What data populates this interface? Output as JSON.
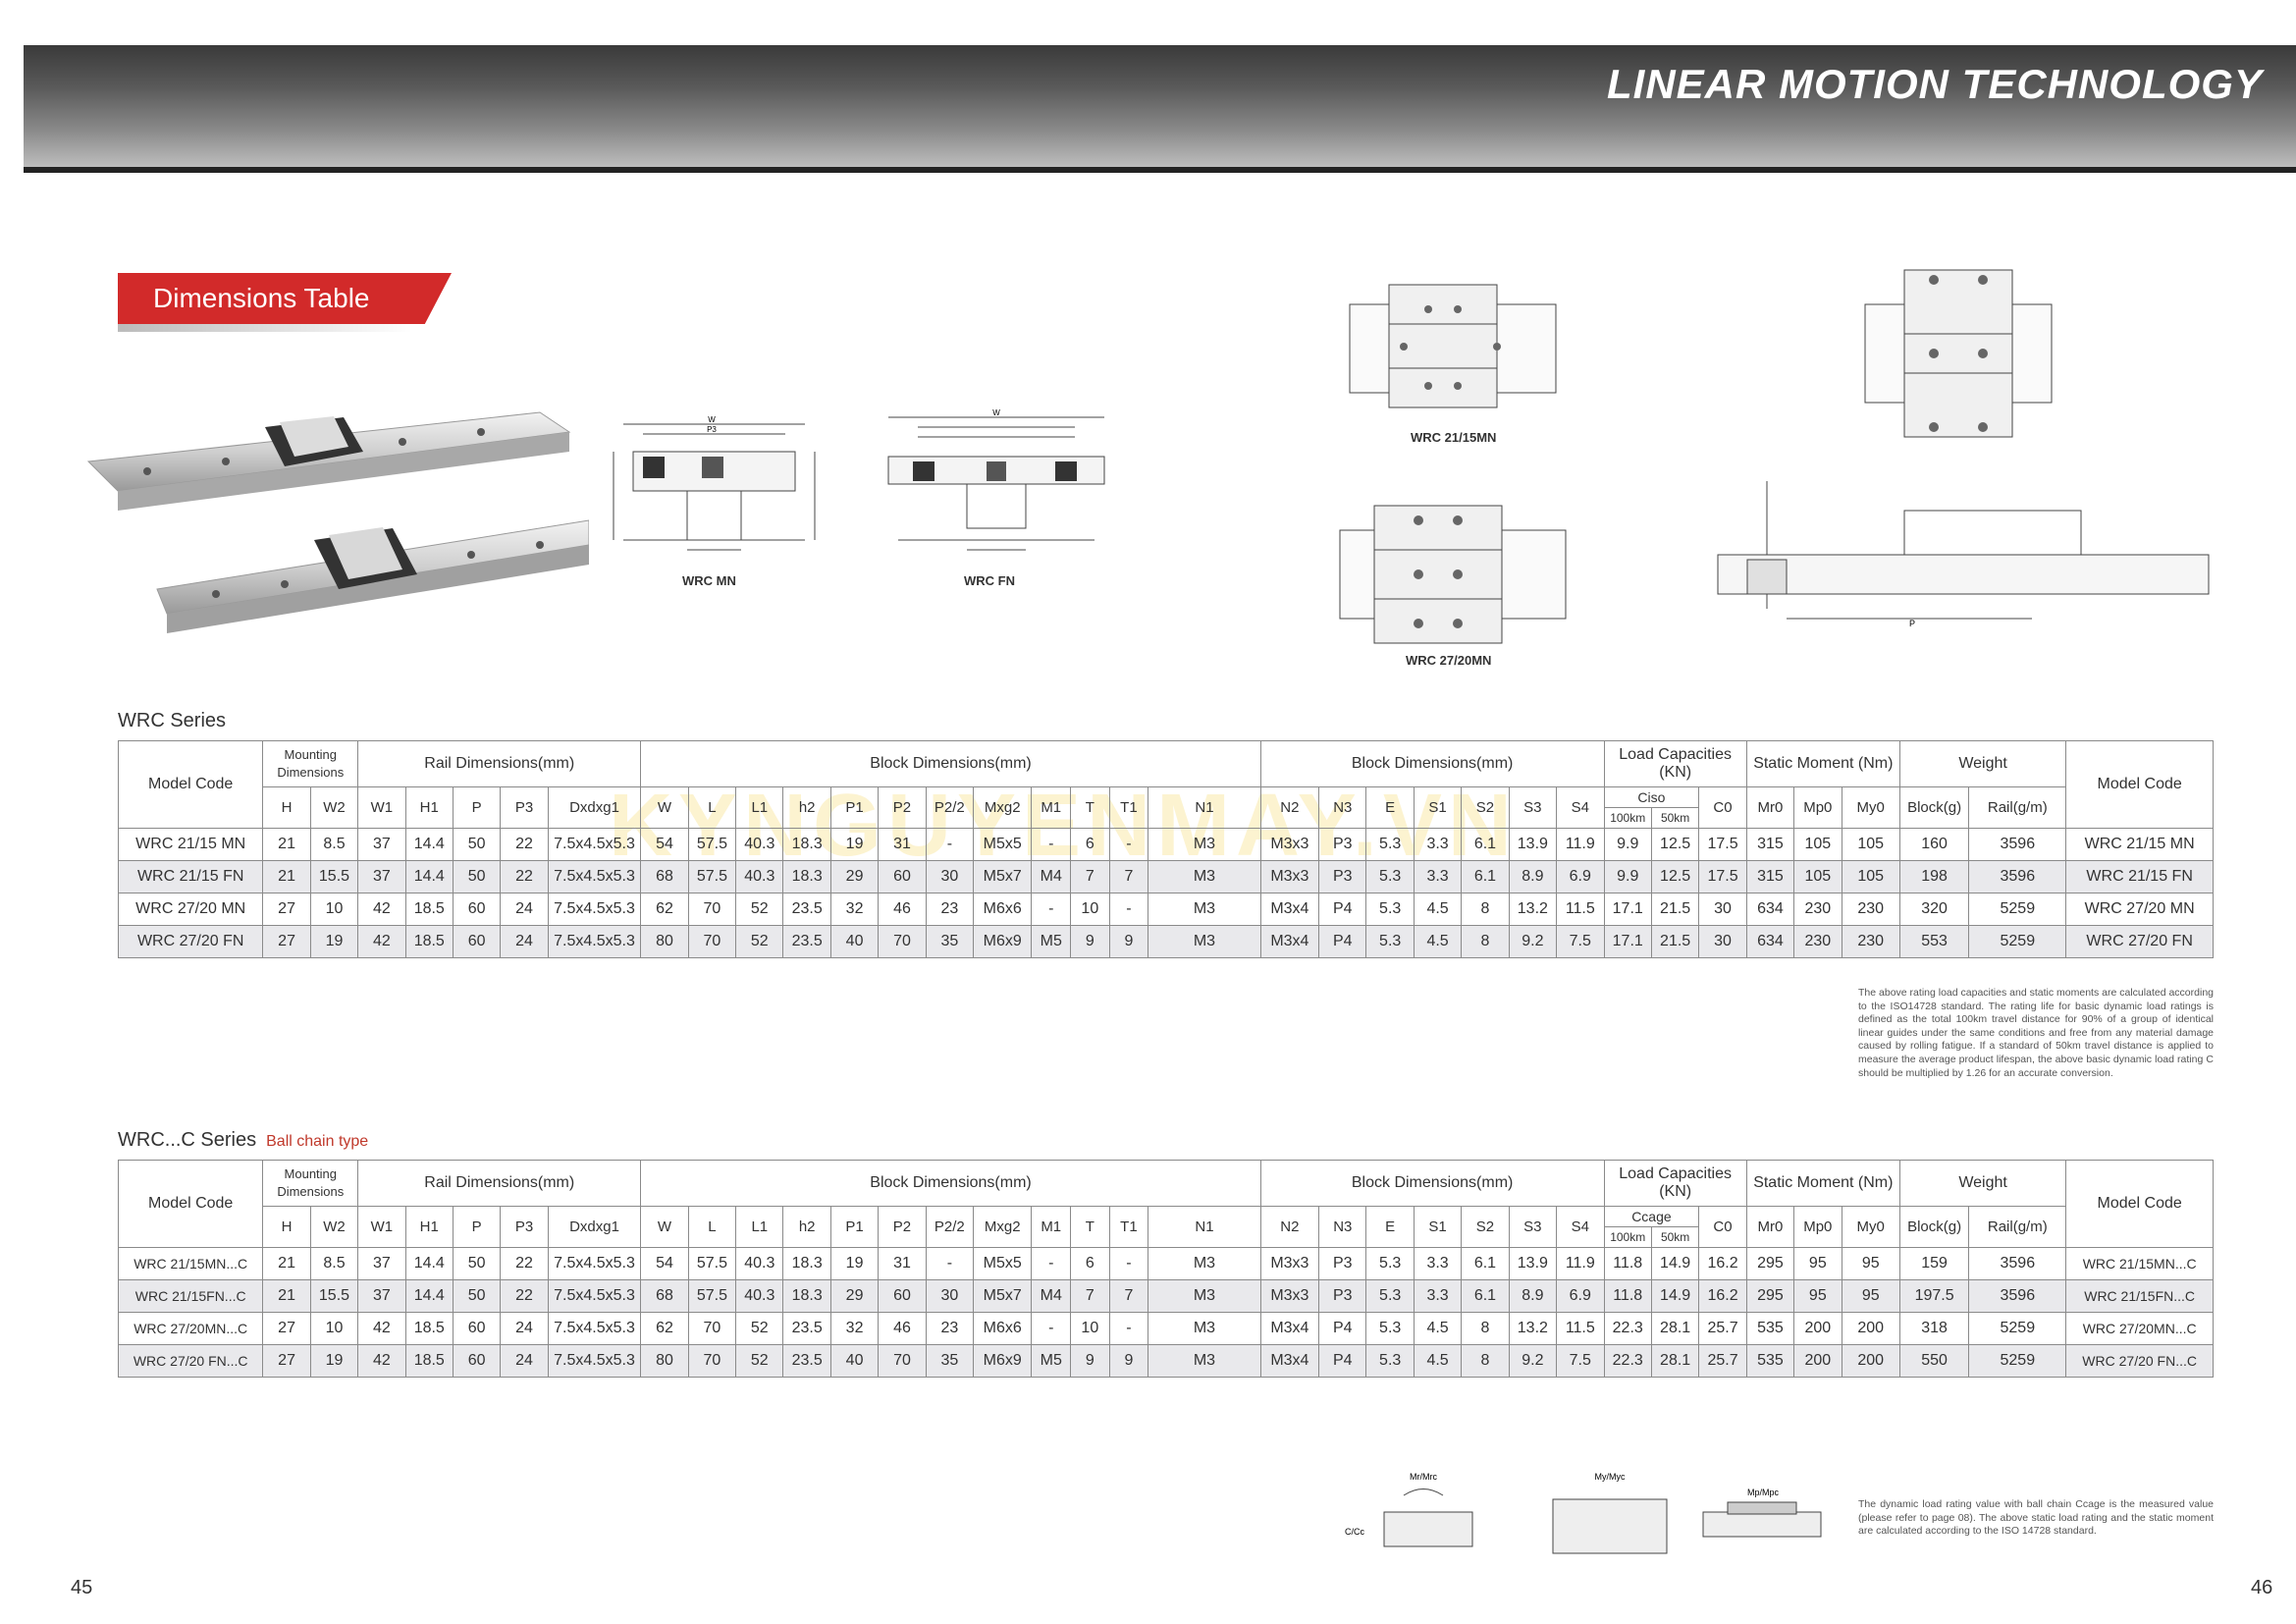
{
  "header": {
    "title": "LINEAR MOTION TECHNOLOGY"
  },
  "section_tag": "Dimensions Table",
  "figures": {
    "wrc_mn": "WRC MN",
    "wrc_fn": "WRC FN",
    "wrc_2115mn": "WRC 21/15MN",
    "wrc_2720mn": "WRC 27/20MN"
  },
  "watermark": "KYNGUYENMAY.VN",
  "wrc_series": {
    "title": "WRC Series",
    "groups": {
      "model_code": "Model Code",
      "mounting": "Mounting Dimensions",
      "rail": "Rail Dimensions(mm)",
      "block1": "Block Dimensions(mm)",
      "block2": "Block Dimensions(mm)",
      "load": "Load Capacities (KN)",
      "static": "Static Moment (Nm)",
      "weight": "Weight",
      "ciso": "Ciso",
      "c100": "100km",
      "c50": "50km",
      "c0": "C0"
    },
    "cols": [
      "H",
      "W2",
      "W1",
      "H1",
      "P",
      "P3",
      "Dxdxg1",
      "W",
      "L",
      "L1",
      "h2",
      "P1",
      "P2",
      "P2/2",
      "Mxg2",
      "M1",
      "T",
      "T1",
      "N1",
      "N2",
      "N3",
      "E",
      "S1",
      "S2",
      "S3",
      "S4",
      "Mr0",
      "Mp0",
      "My0",
      "Block(g)",
      "Rail(g/m)"
    ],
    "rows": [
      [
        "WRC 21/15 MN",
        "21",
        "8.5",
        "37",
        "14.4",
        "50",
        "22",
        "7.5x4.5x5.3",
        "54",
        "57.5",
        "40.3",
        "18.3",
        "19",
        "31",
        "-",
        "M5x5",
        "-",
        "6",
        "-",
        "M3",
        "M3x3",
        "P3",
        "5.3",
        "3.3",
        "6.1",
        "13.9",
        "11.9",
        "9.9",
        "12.5",
        "17.5",
        "315",
        "105",
        "105",
        "160",
        "3596",
        "WRC 21/15 MN"
      ],
      [
        "WRC 21/15 FN",
        "21",
        "15.5",
        "37",
        "14.4",
        "50",
        "22",
        "7.5x4.5x5.3",
        "68",
        "57.5",
        "40.3",
        "18.3",
        "29",
        "60",
        "30",
        "M5x7",
        "M4",
        "7",
        "7",
        "M3",
        "M3x3",
        "P3",
        "5.3",
        "3.3",
        "6.1",
        "8.9",
        "6.9",
        "9.9",
        "12.5",
        "17.5",
        "315",
        "105",
        "105",
        "198",
        "3596",
        "WRC 21/15 FN"
      ],
      [
        "WRC 27/20 MN",
        "27",
        "10",
        "42",
        "18.5",
        "60",
        "24",
        "7.5x4.5x5.3",
        "62",
        "70",
        "52",
        "23.5",
        "32",
        "46",
        "23",
        "M6x6",
        "-",
        "10",
        "-",
        "M3",
        "M3x4",
        "P4",
        "5.3",
        "4.5",
        "8",
        "13.2",
        "11.5",
        "17.1",
        "21.5",
        "30",
        "634",
        "230",
        "230",
        "320",
        "5259",
        "WRC 27/20 MN"
      ],
      [
        "WRC 27/20 FN",
        "27",
        "19",
        "42",
        "18.5",
        "60",
        "24",
        "7.5x4.5x5.3",
        "80",
        "70",
        "52",
        "23.5",
        "40",
        "70",
        "35",
        "M6x9",
        "M5",
        "9",
        "9",
        "M3",
        "M3x4",
        "P4",
        "5.3",
        "4.5",
        "8",
        "9.2",
        "7.5",
        "17.1",
        "21.5",
        "30",
        "634",
        "230",
        "230",
        "553",
        "5259",
        "WRC 27/20 FN"
      ]
    ],
    "note": "The above rating load capacities and static moments are calculated according to the ISO14728 standard. The rating life for basic dynamic load ratings is defined as the total 100km travel distance for 90% of a group of identical linear guides under the same conditions and free from any material damage caused by rolling fatigue. If a standard of 50km travel distance is applied to measure the average product lifespan, the above basic dynamic load rating C should be multiplied by 1.26 for an accurate conversion."
  },
  "wrcc_series": {
    "title": "WRC...C Series",
    "subtitle": "Ball chain type",
    "groups": {
      "model_code": "Model Code",
      "mounting": "Mounting Dimensions",
      "rail": "Rail Dimensions(mm)",
      "block1": "Block Dimensions(mm)",
      "block2": "Block Dimensions(mm)",
      "load": "Load Capacities (KN)",
      "static": "Static Moment (Nm)",
      "weight": "Weight",
      "ccage": "Ccage",
      "c100": "100km",
      "c50": "50km",
      "c0": "C0"
    },
    "cols": [
      "H",
      "W2",
      "W1",
      "H1",
      "P",
      "P3",
      "Dxdxg1",
      "W",
      "L",
      "L1",
      "h2",
      "P1",
      "P2",
      "P2/2",
      "Mxg2",
      "M1",
      "T",
      "T1",
      "N1",
      "N2",
      "N3",
      "E",
      "S1",
      "S2",
      "S3",
      "S4",
      "Mr0",
      "Mp0",
      "My0",
      "Block(g)",
      "Rail(g/m)"
    ],
    "rows": [
      [
        "WRC 21/15MN...C",
        "21",
        "8.5",
        "37",
        "14.4",
        "50",
        "22",
        "7.5x4.5x5.3",
        "54",
        "57.5",
        "40.3",
        "18.3",
        "19",
        "31",
        "-",
        "M5x5",
        "-",
        "6",
        "-",
        "M3",
        "M3x3",
        "P3",
        "5.3",
        "3.3",
        "6.1",
        "13.9",
        "11.9",
        "11.8",
        "14.9",
        "16.2",
        "295",
        "95",
        "95",
        "159",
        "3596",
        "WRC 21/15MN...C"
      ],
      [
        "WRC 21/15FN...C",
        "21",
        "15.5",
        "37",
        "14.4",
        "50",
        "22",
        "7.5x4.5x5.3",
        "68",
        "57.5",
        "40.3",
        "18.3",
        "29",
        "60",
        "30",
        "M5x7",
        "M4",
        "7",
        "7",
        "M3",
        "M3x3",
        "P3",
        "5.3",
        "3.3",
        "6.1",
        "8.9",
        "6.9",
        "11.8",
        "14.9",
        "16.2",
        "295",
        "95",
        "95",
        "197.5",
        "3596",
        "WRC 21/15FN...C"
      ],
      [
        "WRC 27/20MN...C",
        "27",
        "10",
        "42",
        "18.5",
        "60",
        "24",
        "7.5x4.5x5.3",
        "62",
        "70",
        "52",
        "23.5",
        "32",
        "46",
        "23",
        "M6x6",
        "-",
        "10",
        "-",
        "M3",
        "M3x4",
        "P4",
        "5.3",
        "4.5",
        "8",
        "13.2",
        "11.5",
        "22.3",
        "28.1",
        "25.7",
        "535",
        "200",
        "200",
        "318",
        "5259",
        "WRC 27/20MN...C"
      ],
      [
        "WRC 27/20 FN...C",
        "27",
        "19",
        "42",
        "18.5",
        "60",
        "24",
        "7.5x4.5x5.3",
        "80",
        "70",
        "52",
        "23.5",
        "40",
        "70",
        "35",
        "M6x9",
        "M5",
        "9",
        "9",
        "M3",
        "M3x4",
        "P4",
        "5.3",
        "4.5",
        "8",
        "9.2",
        "7.5",
        "22.3",
        "28.1",
        "25.7",
        "535",
        "200",
        "200",
        "550",
        "5259",
        "WRC 27/20 FN...C"
      ]
    ],
    "note": "The dynamic load rating value with ball chain Ccage is the measured value (please refer to page 08). The above static load rating and the static moment are calculated according to the ISO 14728 standard."
  },
  "moment_labels": {
    "mr": "Mr/Mrc",
    "my": "My/Myc",
    "mp": "Mp/Mpc",
    "cc": "C/Cc"
  },
  "page_numbers": {
    "left": "45",
    "right": "46"
  }
}
